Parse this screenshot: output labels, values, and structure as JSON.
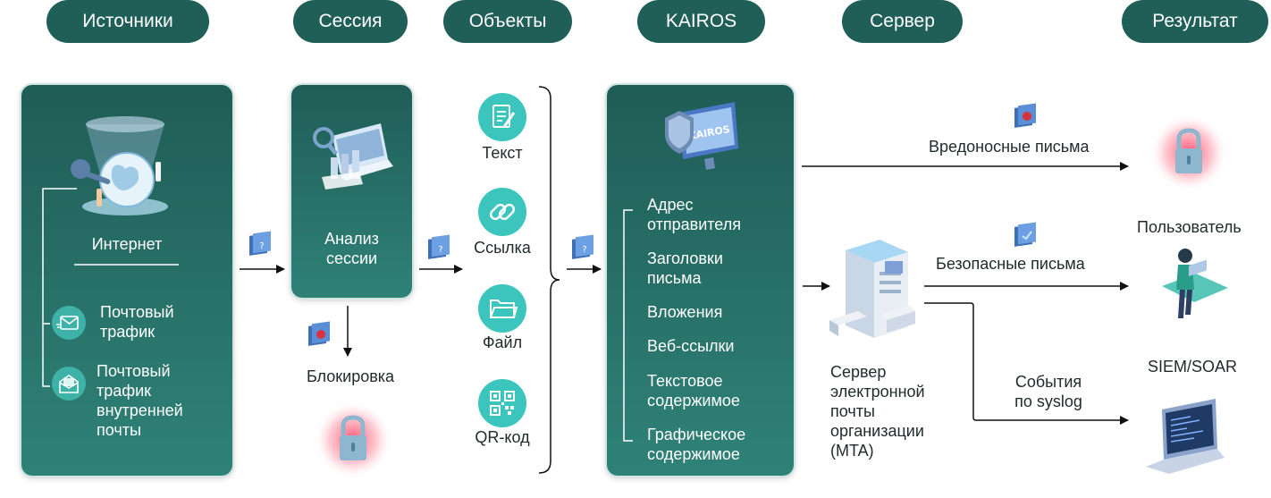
{
  "headers": [
    "Источники",
    "Сессия",
    "Объекты",
    "KAIROS",
    "Сервер",
    "Результат"
  ],
  "sources": {
    "internet": "Интернет",
    "mail_traffic": [
      "Почтовый",
      "трафик"
    ],
    "internal_mail_traffic": [
      "Почтовый",
      "трафик",
      "внутренней",
      "почты"
    ]
  },
  "session": {
    "analysis": [
      "Анализ",
      "сессии"
    ],
    "block": "Блокировка"
  },
  "objects": [
    "Текст",
    "Ссылка",
    "Файл",
    "QR-код"
  ],
  "kairos": {
    "logo": "KAIROS",
    "checks": [
      [
        "Адрес",
        "отправителя"
      ],
      [
        "Заголовки",
        "письма"
      ],
      [
        "Вложения"
      ],
      [
        "Веб-ссылки"
      ],
      [
        "Текстовое",
        "содержимое"
      ],
      [
        "Графическое",
        "содержимое"
      ]
    ]
  },
  "server": {
    "caption": [
      "Сервер",
      "электронной",
      "почты",
      "организации",
      "(MTA)"
    ]
  },
  "results": {
    "malicious": "Вредоносные письма",
    "safe": "Безопасные письма",
    "events": [
      "События",
      "по syslog"
    ],
    "user": "Пользователь",
    "siem": "SIEM/SOAR"
  },
  "icons": {
    "envelope": "envelope-icon",
    "file_unknown": "unknown-file-icon",
    "file_malware": "malware-file-icon",
    "file_safe": "safe-file-icon",
    "lock": "padlock-icon",
    "text": "document-pen-icon",
    "link": "link-icon",
    "folder": "folder-icon",
    "qr": "qr-code-icon"
  },
  "colors": {
    "brand": "#1f5f58",
    "card_light": "#2f8278",
    "icon_circle": "#3bc5bd",
    "alert": "#e8344a"
  }
}
